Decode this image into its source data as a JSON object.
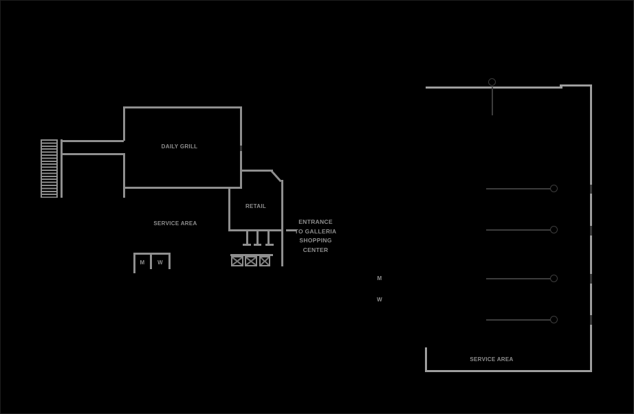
{
  "colors": {
    "background": "#000000",
    "wall": "#8f8f8f",
    "wall_right_wing": "#9e9e9e",
    "door_symbol": "#3d3d3d",
    "text": "#8f8f8f"
  },
  "rooms": {
    "daily_grill": {
      "label": "DAILY GRILL"
    },
    "retail": {
      "label": "RETAIL"
    },
    "service_area_left": {
      "label": "SERVICE AREA"
    },
    "service_area_right": {
      "label": "SERVICE AREA"
    }
  },
  "entrance_note": {
    "lines": [
      "ENTRANCE",
      "TO GALLERIA",
      "SHOPPING",
      "CENTER"
    ]
  },
  "restrooms_left": {
    "men": "M",
    "women": "W"
  },
  "restrooms_mid": {
    "men": "M",
    "women": "W"
  },
  "symbols": {
    "door_swing": "circle-with-leaf-line",
    "shaft": "x-in-box",
    "stairs": "hatched-strip"
  }
}
